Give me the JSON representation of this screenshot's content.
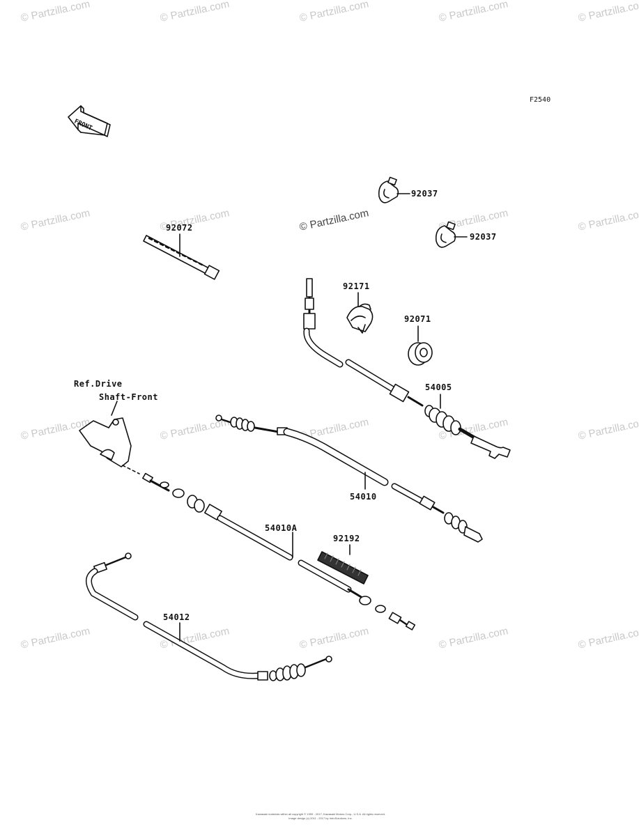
{
  "figure": {
    "code": "F2540",
    "front_label": "FRONT",
    "ref_label_line1": "Ref.Drive",
    "ref_label_line2": "Shaft-Front"
  },
  "parts": [
    {
      "number": "92037"
    },
    {
      "number": "92037"
    },
    {
      "number": "92072"
    },
    {
      "number": "92171"
    },
    {
      "number": "92071"
    },
    {
      "number": "54005"
    },
    {
      "number": "54010"
    },
    {
      "number": "54010A"
    },
    {
      "number": "92192"
    },
    {
      "number": "54012"
    }
  ],
  "watermark": "© Partzilla.com",
  "footer": {
    "line1": "Kawasaki materials within all copyright © 1995 - 2017, Kawasaki Motors Corp., U.S.A. All rights reserved.",
    "line2": "Image design (c) 2011 - 2017 by IntroSolutions, Inc."
  }
}
